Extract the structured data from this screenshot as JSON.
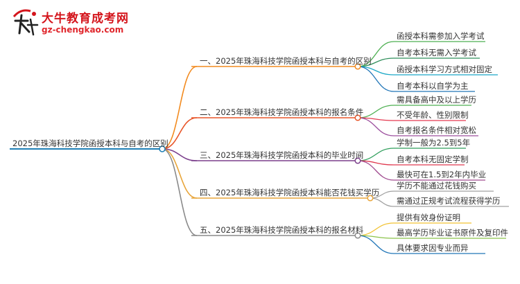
{
  "logo": {
    "title": "大牛教育成考网",
    "url": "gz-chengkao.com",
    "mark_text": "大牛"
  },
  "mindmap": {
    "root": {
      "label": "2025年珠海科技学院函授本科与自考的区别",
      "color": "#1f7fb5"
    },
    "branches": [
      {
        "label": "一、2025年珠海科技学院函授本科与自考的区别",
        "color": "#f28a1e",
        "children": [
          {
            "label": "函授本科需参加入学考试",
            "color": "#4caf50"
          },
          {
            "label": "自考本科无需入学考试",
            "color": "#2f8f5b"
          },
          {
            "label": "函授本科学习方式相对固定",
            "color": "#1ba8c6"
          },
          {
            "label": "自考本科以自学为主",
            "color": "#2176b8"
          }
        ]
      },
      {
        "label": "二、2025年珠海科技学院函授本科的报名条件",
        "color": "#e8562a",
        "children": [
          {
            "label": "需具备高中及以上学历",
            "color": "#4caf50"
          },
          {
            "label": "不受年龄、性别限制",
            "color": "#e53950"
          },
          {
            "label": "自考报名条件相对宽松",
            "color": "#9c4f9e"
          }
        ]
      },
      {
        "label": "三、2025年珠海科技学院函授本科的毕业时间",
        "color": "#7b3f8c",
        "children": [
          {
            "label": "学制一般为2.5到5年",
            "color": "#2e9e5b"
          },
          {
            "label": "自考本科无固定学制",
            "color": "#e0394f"
          },
          {
            "label": "最快可在1.5到2年内毕业",
            "color": "#a04a8f"
          }
        ]
      },
      {
        "label": "四、2025年珠海科技学院函授本科能否花钱买学历",
        "color": "#e8a53a",
        "children": [
          {
            "label": "学历不能通过花钱购买",
            "color": "#a0a0a0"
          },
          {
            "label": "需通过正规考试流程获得学历",
            "color": "#a0a0a0"
          }
        ]
      },
      {
        "label": "五、2025年珠海科技学院函授本科的报名材料",
        "color": "#8a8a8a",
        "children": [
          {
            "label": "提供有效身份证明",
            "color": "#f2c230"
          },
          {
            "label": "最高学历毕业证书原件及复印件",
            "color": "#8bc34a"
          },
          {
            "label": "具体要求因专业而异",
            "color": "#2176b8"
          }
        ]
      }
    ]
  }
}
